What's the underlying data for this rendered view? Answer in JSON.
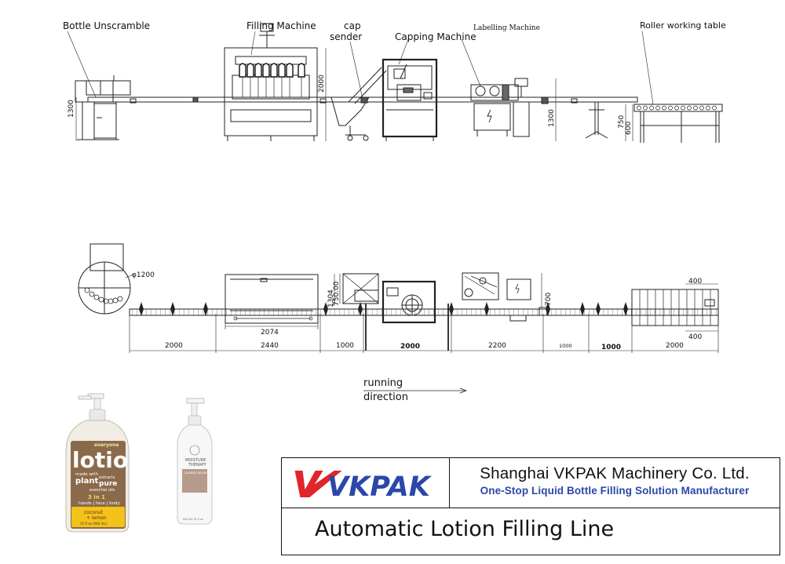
{
  "labels": {
    "bottle_unscramble": "Bottle Unscramble",
    "filling_machine": "Filling Machine",
    "cap": "cap",
    "sender": "sender",
    "capping_machine": "Capping Machine",
    "labelling_machine": "Labelling Machine",
    "roller_table": "Roller working table"
  },
  "side_dims": {
    "h1300_left": "1300",
    "h2000": "2000",
    "h1300_right": "1300",
    "h750": "750",
    "h600": "600"
  },
  "top_dims": {
    "dia1200": "φ1200",
    "d1304": "1304",
    "d750": "750.00",
    "d700": "700",
    "d400_top": "400",
    "d400_bottom": "400"
  },
  "bottom_dims": [
    "2000",
    "2440",
    "1000",
    "2000",
    "2200",
    "1000",
    "1000",
    "2000"
  ],
  "inner_dim_2074": "2074",
  "running_direction": [
    "running",
    "direction"
  ],
  "products": {
    "left_bottle": {
      "brand": "everyone",
      "name": "lotion",
      "tag1": "made with",
      "tag2": "plant",
      "tag3": "extracts",
      "tag4": "pure",
      "tag5": "essential oils",
      "combo": "3 in 1",
      "uses": "hands | face | body",
      "flavor1": "coconut",
      "flavor2": "+ lemon",
      "size": "32 fl oz (946 mL)"
    },
    "right_bottle": {
      "brand_line1": "MOISTURE",
      "brand_line2": "THERAPY",
      "variant": "CALMING RELIEF",
      "size": "Net Wt 16 fl oz"
    }
  },
  "logo": {
    "text": "VKPAK",
    "color_red": "#e0262a",
    "color_blue": "#2b47a8"
  },
  "company": {
    "name": "Shanghai VKPAK Machinery Co. Ltd.",
    "slogan": "One-Stop Liquid Bottle Filling Solution Manufacturer"
  },
  "line_title": "Automatic Lotion Filling Line"
}
